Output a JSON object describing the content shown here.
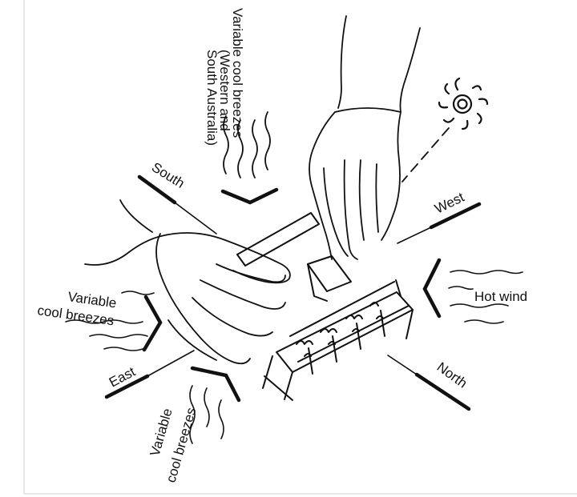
{
  "directions": {
    "south": "South",
    "west": "West",
    "east": "East",
    "north": "North"
  },
  "labels": {
    "top_line1": "Variable cool breezes",
    "top_line2": "(Western and",
    "top_line3": "South Australia)",
    "left_line1": "Variable",
    "left_line2": "cool breezes",
    "bottom_line1": "Variable",
    "bottom_line2": "cool breezes",
    "hot_wind": "Hot wind"
  },
  "icons": {
    "sun": "sun-icon",
    "hands": "hand-icon",
    "model": "building-model-icon",
    "wind": "wind-lines-icon"
  }
}
